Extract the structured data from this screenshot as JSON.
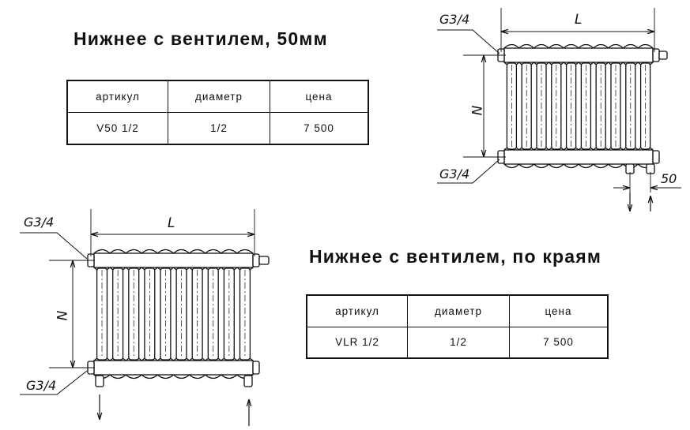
{
  "section_top": {
    "title": "Нижнее с вентилем, 50мм",
    "table": {
      "headers": [
        "артикул",
        "диаметр",
        "цена"
      ],
      "row": [
        "V50 1/2",
        "1/2",
        "7 500"
      ]
    }
  },
  "section_bottom": {
    "title": "Нижнее с вентилем, по краям",
    "table": {
      "headers": [
        "артикул",
        "диаметр",
        "цена"
      ],
      "row": [
        "VLR 1/2",
        "1/2",
        "7 500"
      ]
    }
  },
  "drawing_top": {
    "length_label": "L",
    "height_label": "N",
    "thread_top": "G3/4",
    "thread_bottom": "G3/4",
    "offset_label": "50"
  },
  "drawing_bottom": {
    "length_label": "L",
    "height_label": "N",
    "thread_top": "G3/4",
    "thread_bottom": "G3/4"
  }
}
